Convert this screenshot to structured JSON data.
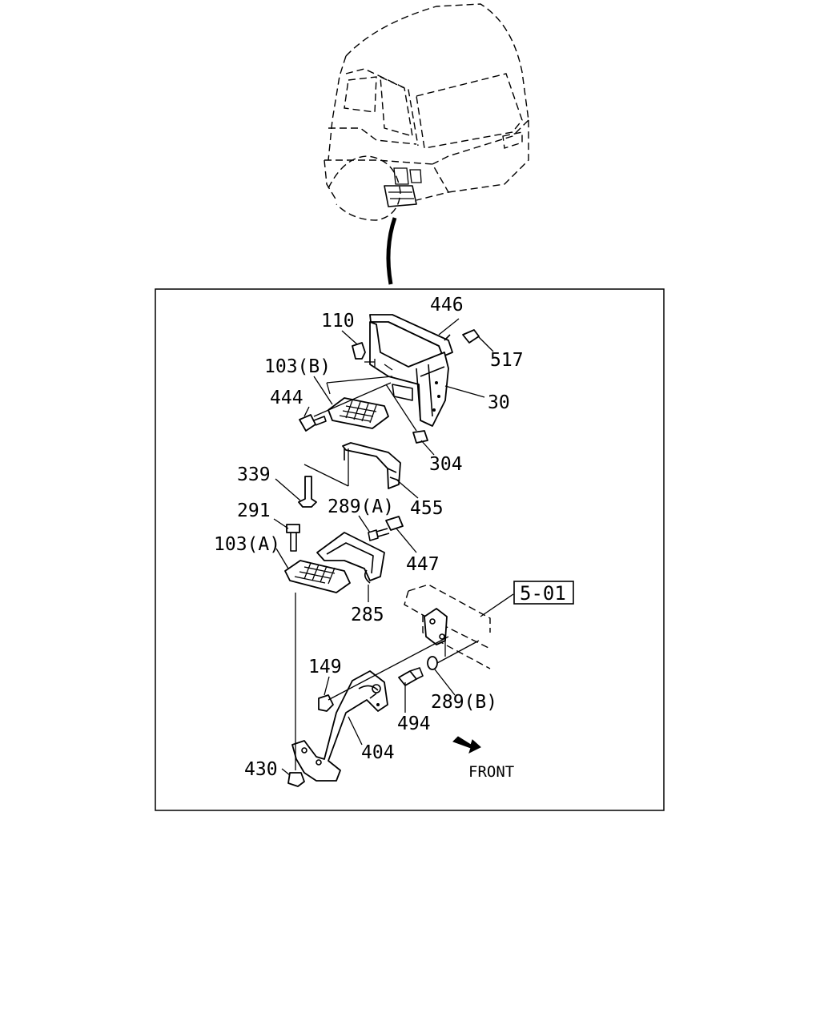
{
  "diagram": {
    "callouts": [
      {
        "id": "c-446",
        "text": "446"
      },
      {
        "id": "c-110",
        "text": "110"
      },
      {
        "id": "c-517",
        "text": "517"
      },
      {
        "id": "c-103b",
        "text": "103(B)"
      },
      {
        "id": "c-30",
        "text": "30"
      },
      {
        "id": "c-444",
        "text": "444"
      },
      {
        "id": "c-304",
        "text": "304"
      },
      {
        "id": "c-339",
        "text": "339"
      },
      {
        "id": "c-455",
        "text": "455"
      },
      {
        "id": "c-291",
        "text": "291"
      },
      {
        "id": "c-289a",
        "text": "289(A)"
      },
      {
        "id": "c-447",
        "text": "447"
      },
      {
        "id": "c-103a",
        "text": "103(A)"
      },
      {
        "id": "c-285",
        "text": "285"
      },
      {
        "id": "c-149",
        "text": "149"
      },
      {
        "id": "c-494",
        "text": "494"
      },
      {
        "id": "c-289b",
        "text": "289(B)"
      },
      {
        "id": "c-404",
        "text": "404"
      },
      {
        "id": "c-430",
        "text": "430"
      }
    ],
    "reference_box": "5-01",
    "direction_label": "FRONT"
  }
}
